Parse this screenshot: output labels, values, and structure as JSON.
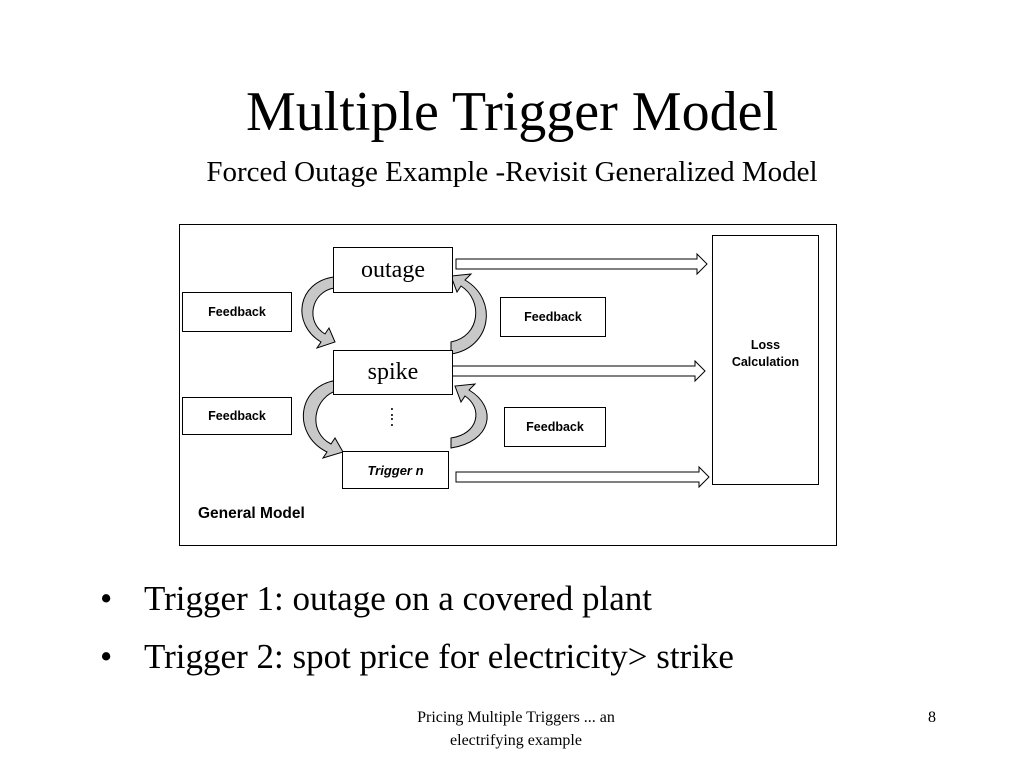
{
  "title": "Multiple Trigger Model",
  "subtitle": "Forced Outage Example -Revisit Generalized Model",
  "diagram": {
    "triggers": [
      "outage",
      "spike",
      "Trigger n"
    ],
    "ellipsis": ":",
    "feedback_left": [
      "Feedback",
      "Feedback"
    ],
    "feedback_right": [
      "Feedback",
      "Feedback"
    ],
    "loss_box": {
      "line1": "Loss",
      "line2": "Calculation"
    },
    "label": "General Model"
  },
  "bullets": [
    "Trigger 1: outage on a covered plant",
    "Trigger 2: spot price for electricity> strike"
  ],
  "bullet_marker": "•",
  "footer": {
    "line1": "Pricing Multiple Triggers ... an",
    "line2": "electrifying example"
  },
  "page_number": "8"
}
